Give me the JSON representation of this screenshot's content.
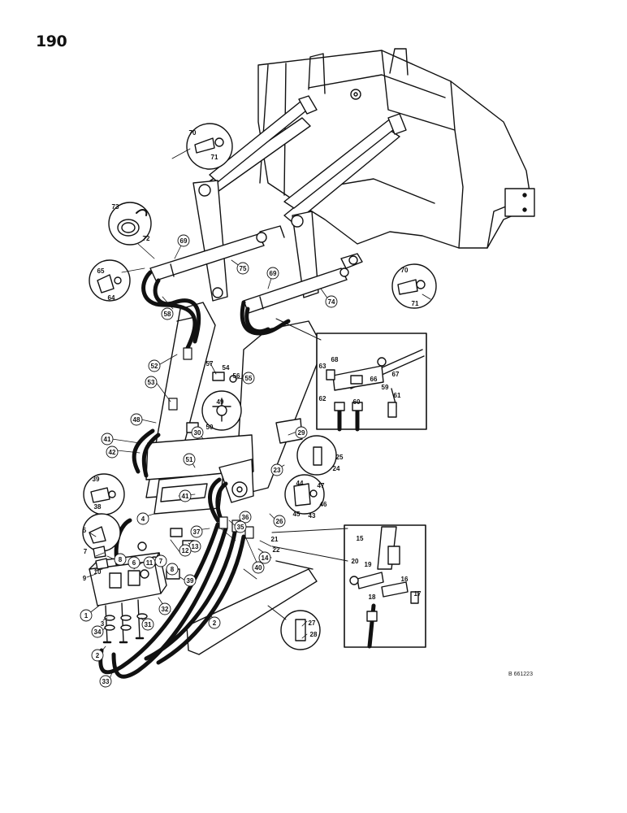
{
  "page": {
    "number": "190",
    "figure_code": "B 661223"
  },
  "callouts": [
    {
      "id": "c70a",
      "text": "70"
    },
    {
      "id": "c71a",
      "text": "71"
    },
    {
      "id": "c73",
      "text": "73"
    },
    {
      "id": "c72",
      "text": "72"
    },
    {
      "id": "c69a",
      "text": "69"
    },
    {
      "id": "c75",
      "text": "75"
    },
    {
      "id": "c65",
      "text": "65"
    },
    {
      "id": "c64",
      "text": "64"
    },
    {
      "id": "c69b",
      "text": "69"
    },
    {
      "id": "c70b",
      "text": "70"
    },
    {
      "id": "c71b",
      "text": "71"
    },
    {
      "id": "c74",
      "text": "74"
    },
    {
      "id": "c58",
      "text": "58"
    },
    {
      "id": "c52",
      "text": "52"
    },
    {
      "id": "c53",
      "text": "53"
    },
    {
      "id": "c57",
      "text": "57"
    },
    {
      "id": "c54",
      "text": "54"
    },
    {
      "id": "c56",
      "text": "56"
    },
    {
      "id": "c55",
      "text": "55"
    },
    {
      "id": "c49",
      "text": "49"
    },
    {
      "id": "c50",
      "text": "50"
    },
    {
      "id": "c48",
      "text": "48"
    },
    {
      "id": "c41a",
      "text": "41"
    },
    {
      "id": "c42",
      "text": "42"
    },
    {
      "id": "c30",
      "text": "30"
    },
    {
      "id": "c51",
      "text": "51"
    },
    {
      "id": "c29",
      "text": "29"
    },
    {
      "id": "c25",
      "text": "25"
    },
    {
      "id": "c24",
      "text": "24"
    },
    {
      "id": "c23",
      "text": "23"
    },
    {
      "id": "c63",
      "text": "63"
    },
    {
      "id": "c68",
      "text": "68"
    },
    {
      "id": "c66",
      "text": "66"
    },
    {
      "id": "c67",
      "text": "67"
    },
    {
      "id": "c62",
      "text": "62"
    },
    {
      "id": "c60",
      "text": "60"
    },
    {
      "id": "c59",
      "text": "59"
    },
    {
      "id": "c61",
      "text": "61"
    },
    {
      "id": "c39",
      "text": "39"
    },
    {
      "id": "c38",
      "text": "38"
    },
    {
      "id": "c41b",
      "text": "41"
    },
    {
      "id": "c44",
      "text": "44"
    },
    {
      "id": "c47",
      "text": "47"
    },
    {
      "id": "c46",
      "text": "46"
    },
    {
      "id": "c45",
      "text": "45"
    },
    {
      "id": "c43",
      "text": "43"
    },
    {
      "id": "c4",
      "text": "4"
    },
    {
      "id": "c5",
      "text": "5"
    },
    {
      "id": "c36",
      "text": "36"
    },
    {
      "id": "c26",
      "text": "26"
    },
    {
      "id": "c35",
      "text": "35"
    },
    {
      "id": "c37",
      "text": "37"
    },
    {
      "id": "c21",
      "text": "21"
    },
    {
      "id": "c22",
      "text": "22"
    },
    {
      "id": "c13",
      "text": "13"
    },
    {
      "id": "c12",
      "text": "12"
    },
    {
      "id": "c7a",
      "text": "7"
    },
    {
      "id": "c8a",
      "text": "8"
    },
    {
      "id": "c6",
      "text": "6"
    },
    {
      "id": "c11",
      "text": "11"
    },
    {
      "id": "c7b",
      "text": "7"
    },
    {
      "id": "c8b",
      "text": "8"
    },
    {
      "id": "c14",
      "text": "14"
    },
    {
      "id": "c40",
      "text": "40"
    },
    {
      "id": "c9",
      "text": "9"
    },
    {
      "id": "c10",
      "text": "10"
    },
    {
      "id": "c39b",
      "text": "39"
    },
    {
      "id": "c32",
      "text": "32"
    },
    {
      "id": "c1",
      "text": "1"
    },
    {
      "id": "c3",
      "text": "3"
    },
    {
      "id": "c34",
      "text": "34"
    },
    {
      "id": "c31",
      "text": "31"
    },
    {
      "id": "c2a",
      "text": "2"
    },
    {
      "id": "c2b",
      "text": "2"
    },
    {
      "id": "c33",
      "text": "33"
    },
    {
      "id": "c27",
      "text": "27"
    },
    {
      "id": "c28",
      "text": "28"
    },
    {
      "id": "c15",
      "text": "15"
    },
    {
      "id": "c20",
      "text": "20"
    },
    {
      "id": "c19",
      "text": "19"
    },
    {
      "id": "c18",
      "text": "18"
    },
    {
      "id": "c16",
      "text": "16"
    },
    {
      "id": "c17",
      "text": "17"
    }
  ]
}
